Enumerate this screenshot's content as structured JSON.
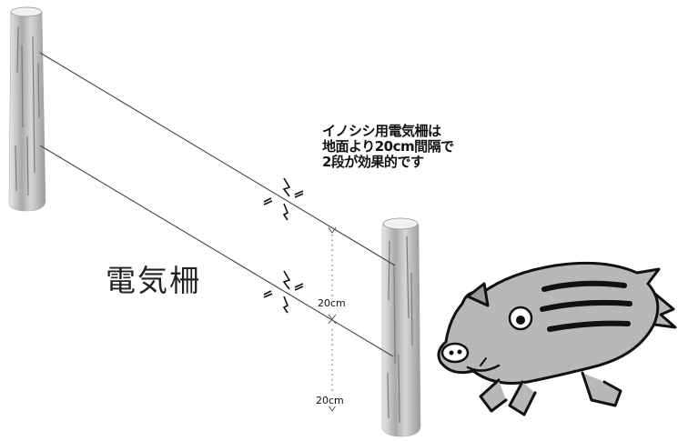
{
  "note": {
    "line1": "イノシシ用電気柵は",
    "line2": "地面より20cm間隔で",
    "line3": "2段が効果的です"
  },
  "label_main": "電気柵",
  "dimension_upper": "20cm",
  "dimension_lower": "20cm",
  "colors": {
    "wire": "#444444",
    "post": "#bfbfbf",
    "boar_fill": "#b8b8b8",
    "outline": "#111111"
  }
}
